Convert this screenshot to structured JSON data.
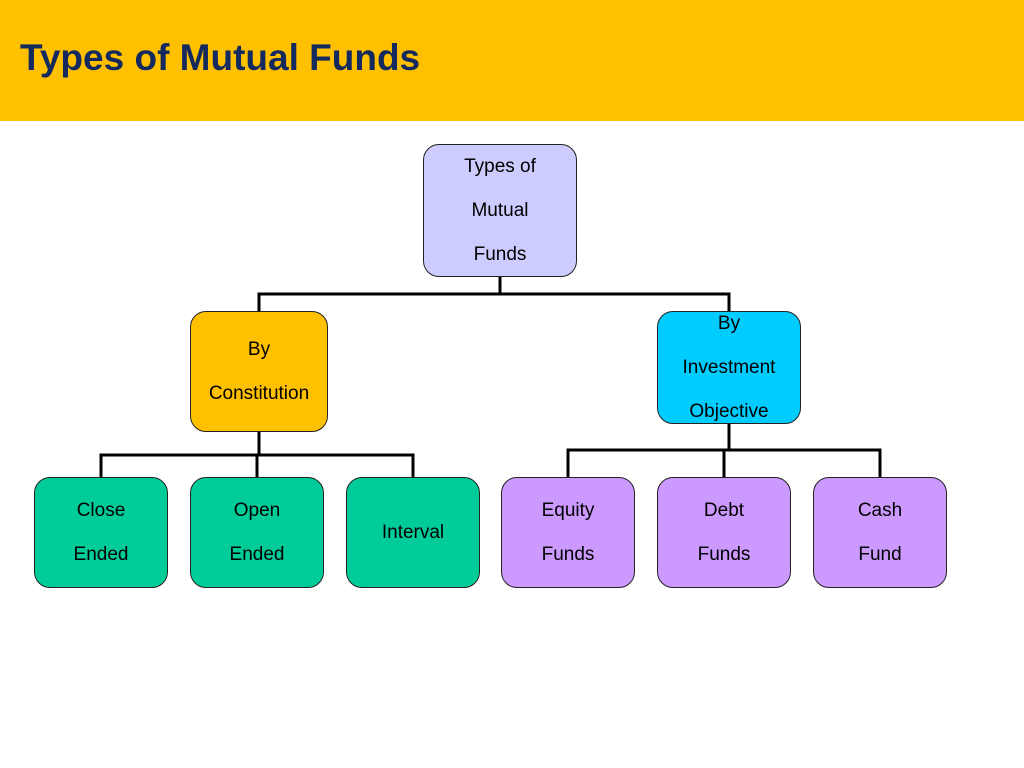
{
  "slide": {
    "title": "Types of Mutual Funds"
  },
  "diagram": {
    "root": {
      "line1": "Types of",
      "line2": "Mutual",
      "line3": "Funds"
    },
    "by_constitution": {
      "line1": "By",
      "line2": "Constitution",
      "children": [
        {
          "line1": "Close",
          "line2": "Ended"
        },
        {
          "line1": "Open",
          "line2": "Ended"
        },
        {
          "line1": "Interval"
        }
      ]
    },
    "by_investment_objective": {
      "line1": "By",
      "line2": "Investment",
      "line3": "Objective",
      "children": [
        {
          "line1": "Equity",
          "line2": "Funds"
        },
        {
          "line1": "Debt",
          "line2": "Funds"
        },
        {
          "line1": "Cash",
          "line2": "Fund"
        }
      ]
    }
  },
  "colors": {
    "header_bar": "#ffc000",
    "title_text": "#14295e",
    "root_box": "#ccccff",
    "by_constitution_box": "#ffc000",
    "by_investment_objective_box": "#00ccff",
    "constitution_leaf_box": "#00cc99",
    "objective_leaf_box": "#cc99ff"
  }
}
